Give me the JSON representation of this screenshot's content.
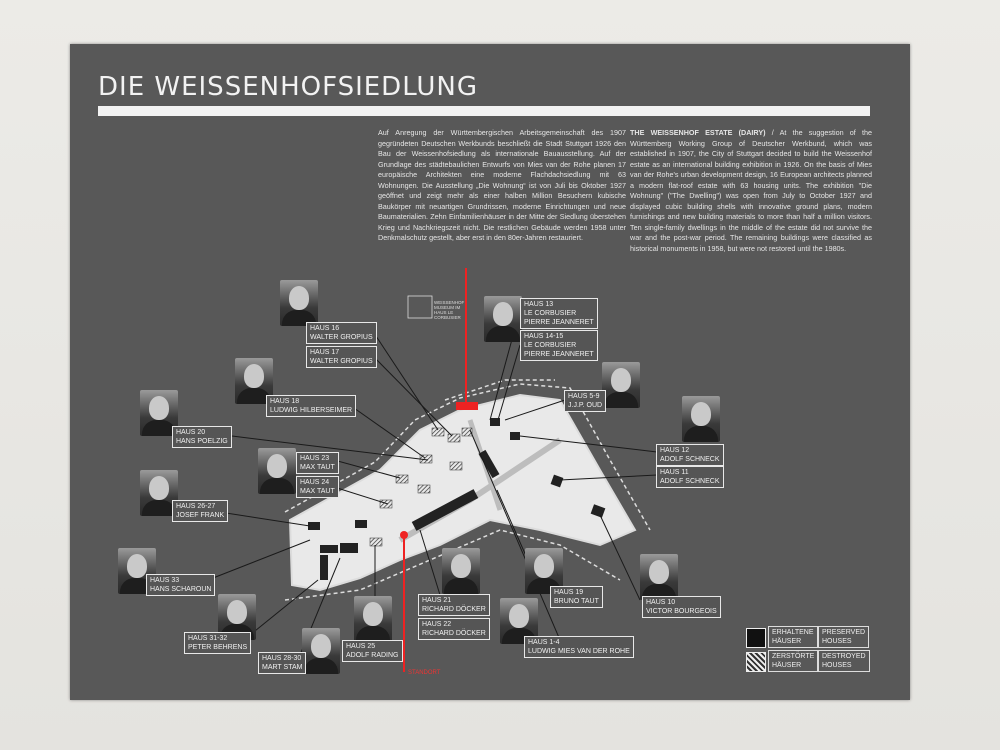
{
  "sign": {
    "title": "DIE WEISSENHOFSIEDLUNG",
    "text_de": "Auf Anregung der Württembergischen Arbeitsgemeinschaft des 1907 gegründeten Deutschen Werkbunds beschließt die Stadt Stuttgart 1926 den Bau der Weissenhofsiedlung als internationale Bauausstellung. Auf der Grundlage des städtebaulichen Entwurfs von Mies van der Rohe planen 17 europäische Architekten eine moderne Flachdachsiedlung mit 63 Wohnungen. Die Ausstellung „Die Wohnung“ ist von Juli bis Oktober 1927 geöffnet und zeigt mehr als einer halben Million Besuchern kubische Baukörper mit neuartigen Grundrissen, moderne Einrichtungen und neue Baumaterialien. Zehn Einfamilienhäuser in der Mitte der Siedlung überstehen Krieg und Nachkriegszeit nicht. Die restlichen Gebäude werden 1958 unter Denkmalschutz gestellt, aber erst in den 80er-Jahren restauriert.",
    "text_en_heading": "THE WEISSENHOF ESTATE (DAIRY)",
    "text_en": " / At the suggestion of the Württemberg Working Group of Deutscher Werkbund, which was established in 1907, the City of Stuttgart decided to build the Weissenhof estate as an international building exhibition in 1926. On the basis of Mies van der Rohe's urban development design, 16 European architects planned a modern flat-roof estate with 63 housing units. The exhibition \"Die Wohnung\" (\"The Dwelling\") was open from July to October 1927 and displayed cubic building shells with innovative ground plans, modern furnishings and new building materials to more than half a million visitors. Ten single-family dwellings in the middle of the estate did not survive the war and the post-war period. The remaining buildings were classified as historical monuments in 1958, but were not restored until the 1980s.",
    "logo_text": "WEISSENHOF MUSEUM IM HAUS LE CORBUSIER",
    "red_note": "STANDORT"
  },
  "labels": [
    {
      "id": "haus16",
      "l1": "HAUS 16",
      "l2": "WALTER GROPIUS"
    },
    {
      "id": "haus17",
      "l1": "HAUS 17",
      "l2": "WALTER GROPIUS"
    },
    {
      "id": "haus18",
      "l1": "HAUS 18",
      "l2": "LUDWIG HILBERSEIMER"
    },
    {
      "id": "haus20",
      "l1": "HAUS 20",
      "l2": "HANS POELZIG"
    },
    {
      "id": "haus23",
      "l1": "HAUS 23",
      "l2": "MAX TAUT"
    },
    {
      "id": "haus24",
      "l1": "HAUS 24",
      "l2": "MAX TAUT"
    },
    {
      "id": "haus2627",
      "l1": "HAUS 26-27",
      "l2": "JOSEF FRANK"
    },
    {
      "id": "haus33",
      "l1": "HAUS 33",
      "l2": "HANS SCHAROUN"
    },
    {
      "id": "haus3132",
      "l1": "HAUS 31-32",
      "l2": "PETER BEHRENS"
    },
    {
      "id": "haus2830",
      "l1": "HAUS 28-30",
      "l2": "MART STAM"
    },
    {
      "id": "haus25",
      "l1": "HAUS 25",
      "l2": "ADOLF RADING"
    },
    {
      "id": "haus21",
      "l1": "HAUS 21",
      "l2": "RICHARD DÖCKER"
    },
    {
      "id": "haus22",
      "l1": "HAUS 22",
      "l2": "RICHARD DÖCKER"
    },
    {
      "id": "haus19",
      "l1": "HAUS 19",
      "l2": "BRUNO TAUT"
    },
    {
      "id": "haus14",
      "l1": "HAUS 1-4",
      "l2": "LUDWIG MIES VAN DER ROHE"
    },
    {
      "id": "haus10",
      "l1": "HAUS 10",
      "l2": "VICTOR BOURGEOIS"
    },
    {
      "id": "haus11",
      "l1": "HAUS 11",
      "l2": "ADOLF SCHNECK"
    },
    {
      "id": "haus12",
      "l1": "HAUS 12",
      "l2": "ADOLF SCHNECK"
    },
    {
      "id": "haus59",
      "l1": "HAUS 5-9",
      "l2": "J.J.P. OUD"
    },
    {
      "id": "haus13",
      "l1": "HAUS 13",
      "l2": "LE CORBUSIER",
      "l3": "PIERRE JEANNERET"
    },
    {
      "id": "haus1415",
      "l1": "HAUS 14-15",
      "l2": "LE CORBUSIER",
      "l3": "PIERRE JEANNERET"
    }
  ],
  "legend": {
    "preserved_de_1": "ERHALTENE",
    "preserved_de_2": "HÄUSER",
    "preserved_en_1": "PRESERVED",
    "preserved_en_2": "HOUSES",
    "destroyed_de_1": "ZERSTÖRTE",
    "destroyed_de_2": "HÄUSER",
    "destroyed_en_1": "DESTROYED",
    "destroyed_en_2": "HOUSES"
  }
}
